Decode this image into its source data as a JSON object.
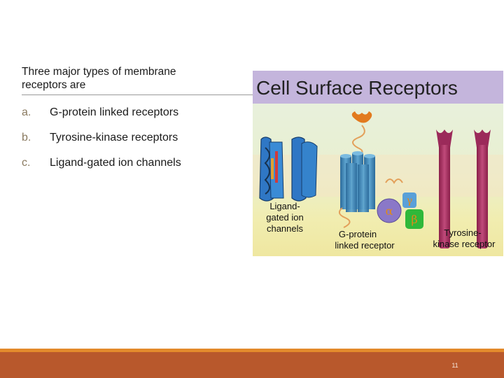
{
  "intro": {
    "line1": "Three major types of membrane",
    "line2": "receptors are"
  },
  "list": [
    {
      "marker": "a.",
      "text": "G-protein linked receptors"
    },
    {
      "marker": "b.",
      "text": "Tyrosine-kinase receptors"
    },
    {
      "marker": "c.",
      "text": "Ligand-gated ion channels"
    }
  ],
  "figure": {
    "title": "Cell Surface Receptors",
    "label_ligand": [
      "Ligand-",
      "gated ion",
      "channels"
    ],
    "label_gprotein": [
      "G-protein",
      "linked receptor"
    ],
    "label_tyrosine": [
      "Tyrosine-",
      "kinase receptor"
    ],
    "alpha": "α",
    "beta": "β",
    "gamma": "γ"
  },
  "footer": {
    "page_number": "11"
  },
  "colors": {
    "accent_orange": "#e38a2b",
    "footer_brown": "#b8582c",
    "title_band": "#c4b5dc"
  }
}
